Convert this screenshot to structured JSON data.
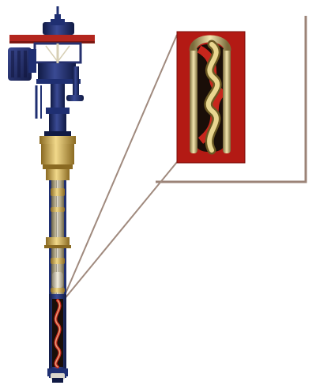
{
  "figure": {
    "subject": "progressive-cavity-pump-cutaway-illustration",
    "palette": {
      "background": "#ffffff",
      "frame": "#9b8377",
      "leader_line": "#a08a7e",
      "casing_blue": "#1f2f72",
      "casing_dark": "#101a44",
      "gold": "#c9a24a",
      "gold_light": "#e8cd7c",
      "rod_light": "#ddd6c4",
      "stator_red": "#b31a14",
      "motor_blue": "#25306e",
      "head_red": "#b3261e",
      "rubber_dark": "#1a0e08"
    },
    "callout": {
      "shape": "l-bracket-frame",
      "shows": "rotor-inside-stator-detail"
    }
  }
}
